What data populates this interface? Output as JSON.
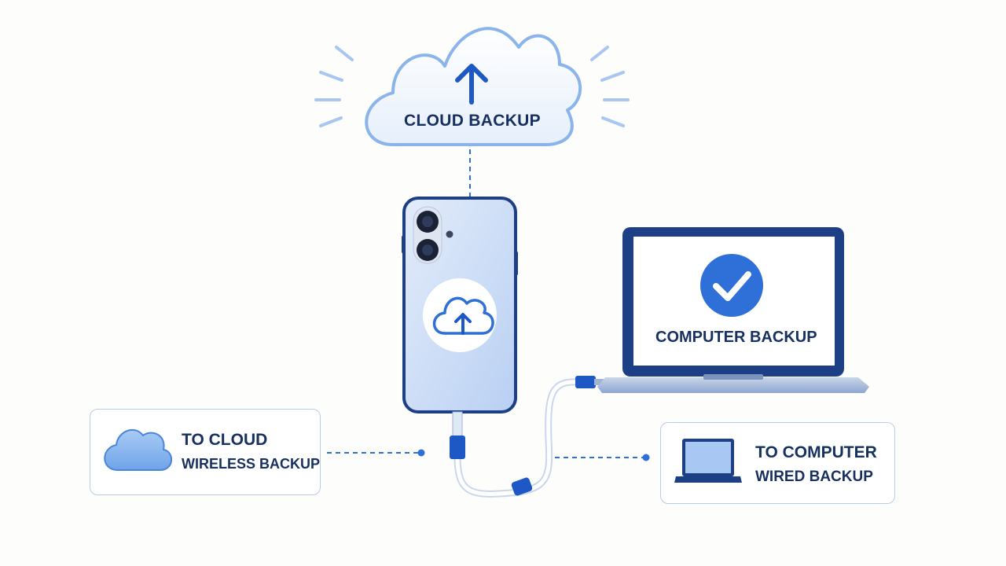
{
  "labels": {
    "cloud": "CLOUD BACKUP",
    "computer": "COMPUTER BACKUP",
    "to_cloud_title": "TO CLOUD",
    "to_cloud_sub": "WIRELESS BACKUP",
    "to_computer_title": "TO COMPUTER",
    "to_computer_sub": "WIRED BACKUP"
  },
  "colors": {
    "navy": "#1d3f86",
    "accent_blue": "#2f6fd8",
    "light_blue": "#9ec3f2",
    "cloud_outline": "#8ab4ea",
    "text": "#16305f"
  },
  "icons": {
    "cloud": "cloud-upload-icon",
    "phone_badge": "cloud-upload-icon",
    "laptop_screen": "checkmark-icon",
    "card_cloud": "cloud-icon",
    "card_laptop": "laptop-icon"
  }
}
